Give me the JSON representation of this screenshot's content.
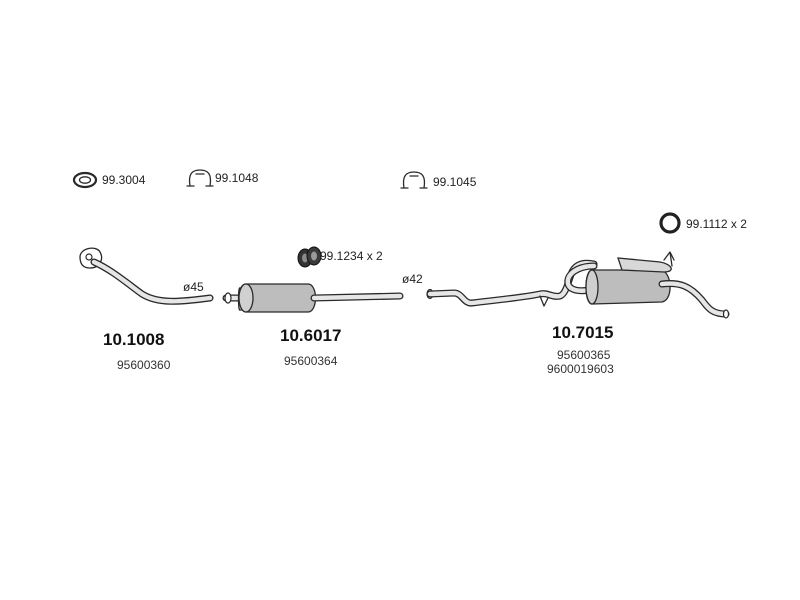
{
  "accessories": {
    "gasket_1": "99.3004",
    "clamp_1": "99.1048",
    "clamp_2": "99.1045",
    "ring_set_2": "99.1234 x 2",
    "ring_1": "99.1112 x 2"
  },
  "dimensions": {
    "front_pipe_diameter": "ø45",
    "middle_pipe_diameter": "ø42"
  },
  "parts": {
    "front_pipe": {
      "number": "10.1008",
      "oem": [
        "95600360"
      ]
    },
    "middle_silencer": {
      "number": "10.6017",
      "oem": [
        "95600364"
      ]
    },
    "rear_silencer": {
      "number": "10.7015",
      "oem": [
        "95600365",
        "9600019603"
      ]
    }
  }
}
